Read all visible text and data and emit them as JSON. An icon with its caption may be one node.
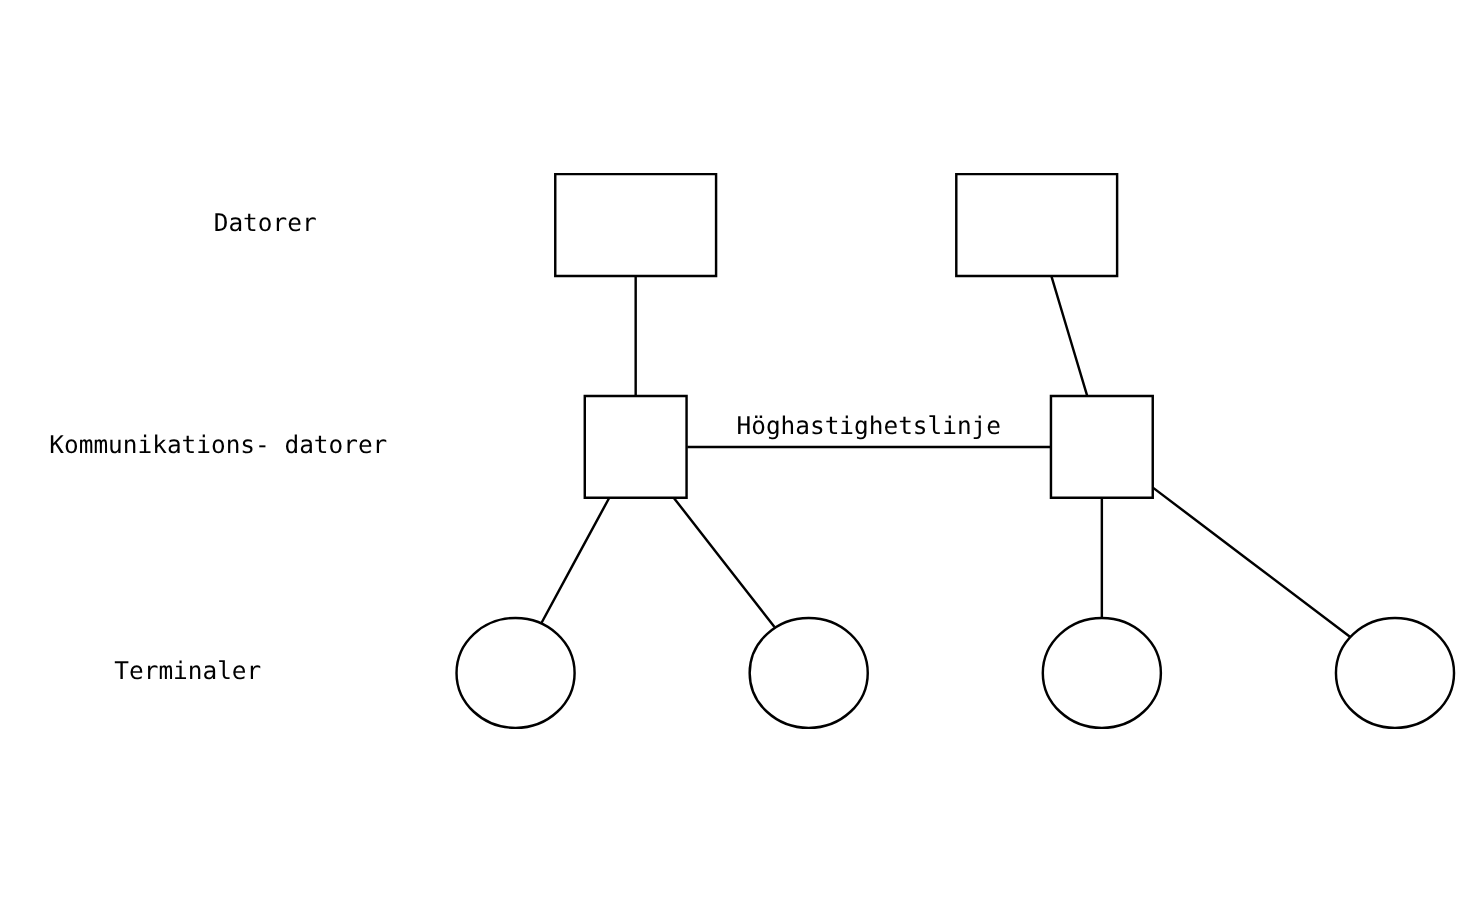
{
  "diagram": {
    "nodes": [
      {
        "text": [],
        "shape": "box"
      },
      {
        "text": [],
        "shape": "box"
      },
      {
        "text": [],
        "shape": "box"
      },
      {
        "text": [],
        "shape": "box"
      },
      {
        "text": [],
        "shape": "screen"
      },
      {
        "text": [],
        "shape": "screen"
      },
      {
        "text": [],
        "shape": "screen"
      },
      {
        "text": [],
        "shape": "screen"
      }
    ],
    "edges": [
      {
        "from": 0,
        "to": 2,
        "arrow": "none"
      },
      {
        "from": 1,
        "to": 3,
        "arrow": "none"
      },
      {
        "from": 2,
        "to": 3,
        "arrow": "none",
        "label": "Höghastighetslinje"
      },
      {
        "from": 2,
        "to": 4,
        "arrow": "none"
      },
      {
        "from": 2,
        "to": 5,
        "arrow": "none"
      },
      {
        "from": 3,
        "to": 6,
        "arrow": "none"
      },
      {
        "from": 3,
        "to": 7,
        "arrow": "none"
      }
    ],
    "labels": [
      "Datorer",
      "Kommunikations- datorer",
      "Terminaler"
    ]
  }
}
